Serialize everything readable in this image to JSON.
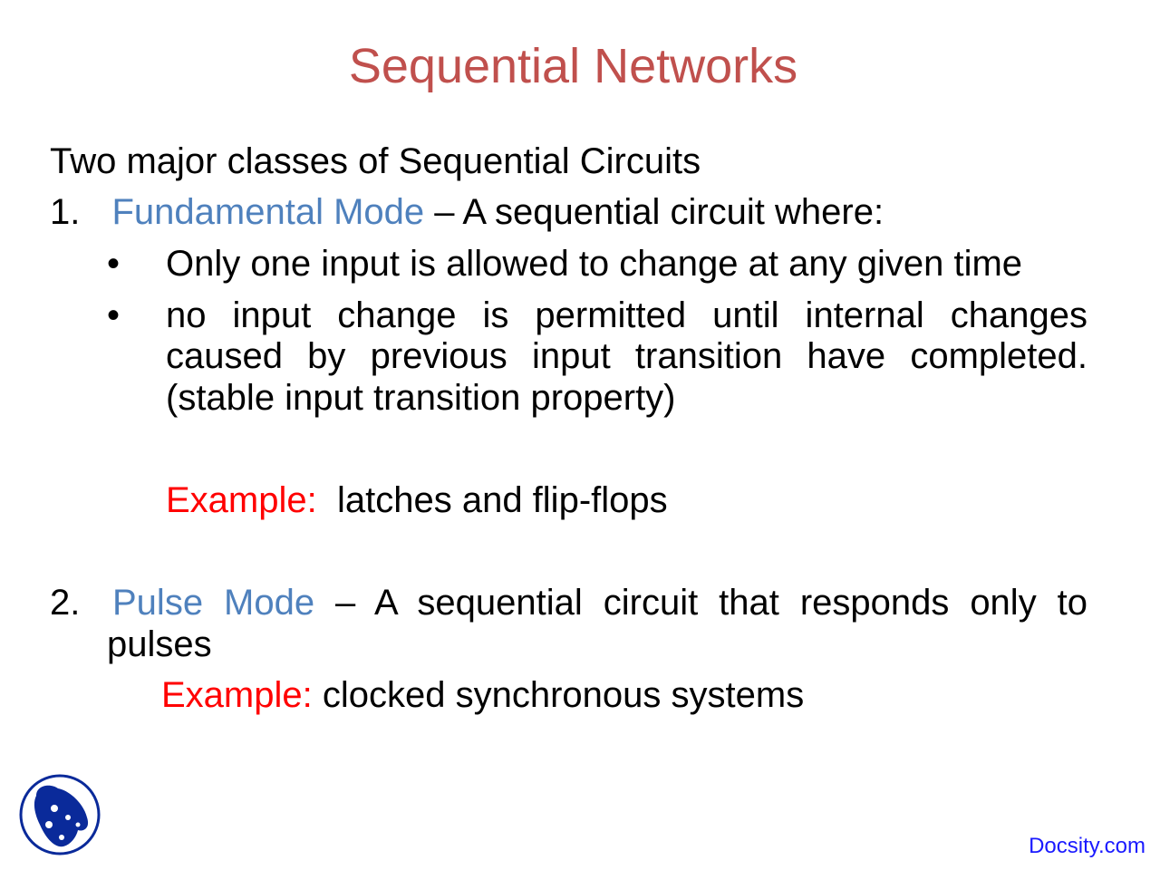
{
  "slide": {
    "title": "Sequential Networks",
    "intro": "Two major classes of Sequential Circuits",
    "item1": {
      "number": "1.",
      "term": "Fundamental Mode",
      "desc": " – A sequential circuit where:",
      "bullets": [
        "Only one input is allowed to change at any given time",
        "no input change is permitted until internal changes",
        "caused by previous input transition have completed.",
        "(stable input transition property)"
      ],
      "bullet_glyph": "•",
      "example_label": "Example:",
      "example_text": "  latches and flip-flops"
    },
    "item2": {
      "number": "2.",
      "term": "Pulse Mode",
      "desc_line1": " – A sequential circuit that responds only to",
      "desc_line2": "pulses",
      "example_label": "Example:",
      "example_text": " clocked synchronous systems"
    }
  },
  "footer": {
    "logo": "docsity-logo-icon",
    "brand": "Docsity.com"
  },
  "colors": {
    "title": "#c0504d",
    "term": "#4f81bd",
    "example": "#ff0000",
    "brand": "#1a1aff",
    "logo": "#0a2a9a"
  }
}
